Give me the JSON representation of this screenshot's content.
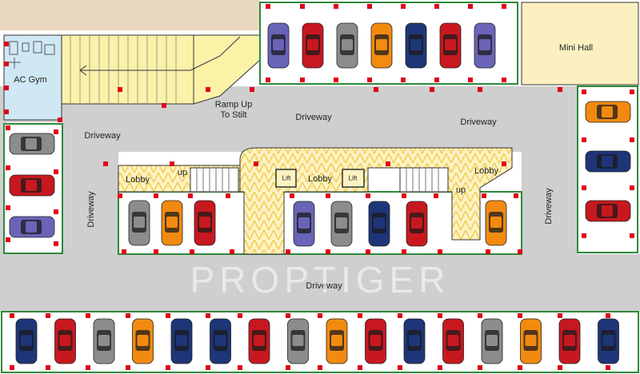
{
  "labels": {
    "ac_gym": "AC Gym",
    "ramp": "Ramp Up\nTo Stilt",
    "mini_hall": "Mini Hall",
    "driveway": "Driveway",
    "lobby": "Lobby",
    "lift": "Lift",
    "up": "up",
    "watermark": "PROPTIGER"
  },
  "colors": {
    "driveway": "#cfcfcf",
    "parking_bay": "#ffffff",
    "gym": "#cfe8f4",
    "ramp": "#fbf2a8",
    "hall": "#fcf0c0",
    "outer_land": "#e9d8bf",
    "core": "#fdf3c2",
    "core_pattern": "#f3cc55",
    "bay_edge": "#2d8a3a",
    "marker": "#e0001a"
  },
  "car_colors": {
    "purple": "#6a64b8",
    "red": "#c8181f",
    "grey": "#8c8c8c",
    "orange": "#f28a10",
    "navy": "#1e3578"
  },
  "cars": {
    "top_row": [
      "purple",
      "red",
      "grey",
      "orange",
      "navy",
      "red",
      "purple"
    ],
    "left_column": [
      "grey",
      "red",
      "purple"
    ],
    "right_column": [
      "orange",
      "navy",
      "red"
    ],
    "bottom_row": [
      "navy",
      "red",
      "grey",
      "orange",
      "navy",
      "navy",
      "red",
      "grey",
      "orange",
      "red",
      "navy",
      "red",
      "grey",
      "orange",
      "red",
      "navy"
    ],
    "middle_left": [
      "grey",
      "orange",
      "red"
    ],
    "middle_center": [
      "purple",
      "grey",
      "navy",
      "red"
    ],
    "middle_right": [
      "orange"
    ]
  }
}
